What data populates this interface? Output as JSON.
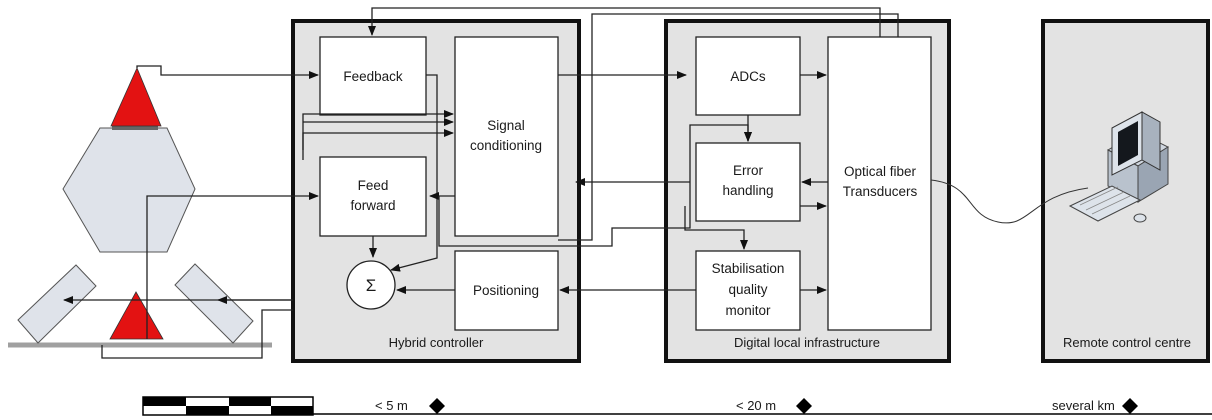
{
  "panels": {
    "hybrid": "Hybrid controller",
    "digital": "Digital local infrastructure",
    "remote": "Remote control centre"
  },
  "blocks": {
    "feedback": "Feedback",
    "feed_forward": [
      "Feed",
      "forward"
    ],
    "signal_conditioning": [
      "Signal",
      "conditioning"
    ],
    "positioning": "Positioning",
    "sum_symbol": "Σ",
    "adcs": "ADCs",
    "error_handling": [
      "Error",
      "handling"
    ],
    "stabilisation": [
      "Stabilisation",
      "quality",
      "monitor"
    ],
    "optical": [
      "Optical fiber",
      "Transducers"
    ]
  },
  "scale": {
    "near": "< 5 m",
    "mid": "< 20 m",
    "far": "several km"
  },
  "colors": {
    "panel_fill": "#e3e3e3",
    "triangle": "#e31212",
    "structure": "#dfe3ea",
    "ground": "#a0a0a0"
  }
}
